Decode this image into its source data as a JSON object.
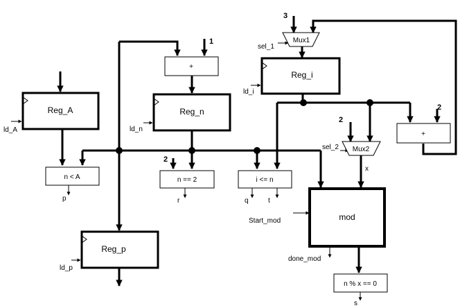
{
  "blocks": {
    "reg_a": "Reg_A",
    "reg_n": "Reg_n",
    "reg_i": "Reg_i",
    "reg_p": "Reg_p",
    "mux1": "Mux1",
    "mux2": "Mux2",
    "adder_n": "+",
    "adder_i": "+",
    "mod": "mod",
    "cmp_n_lt_a": "n < A",
    "cmp_n_eq_2": "n == 2",
    "cmp_i_le_n": "i <= n",
    "cmp_mod_eq_0": "n % x == 0"
  },
  "signals": {
    "ld_a": "ld_A",
    "ld_n": "ld_n",
    "ld_i": "ld_i",
    "ld_p": "ld_p",
    "sel_1": "sel_1",
    "sel_2": "sel_2",
    "start_mod": "Start_mod",
    "done_mod": "done_mod",
    "p": "p",
    "r": "r",
    "q": "q",
    "t": "t",
    "x": "x",
    "s": "s"
  },
  "constants": {
    "mux1_in": "3",
    "adder_n_in": "1",
    "mux2_in": "2",
    "cmp_n_eq_2_in": "2",
    "adder_i_in": "2"
  },
  "colors": {
    "line": "#000000",
    "background": "#ffffff"
  }
}
